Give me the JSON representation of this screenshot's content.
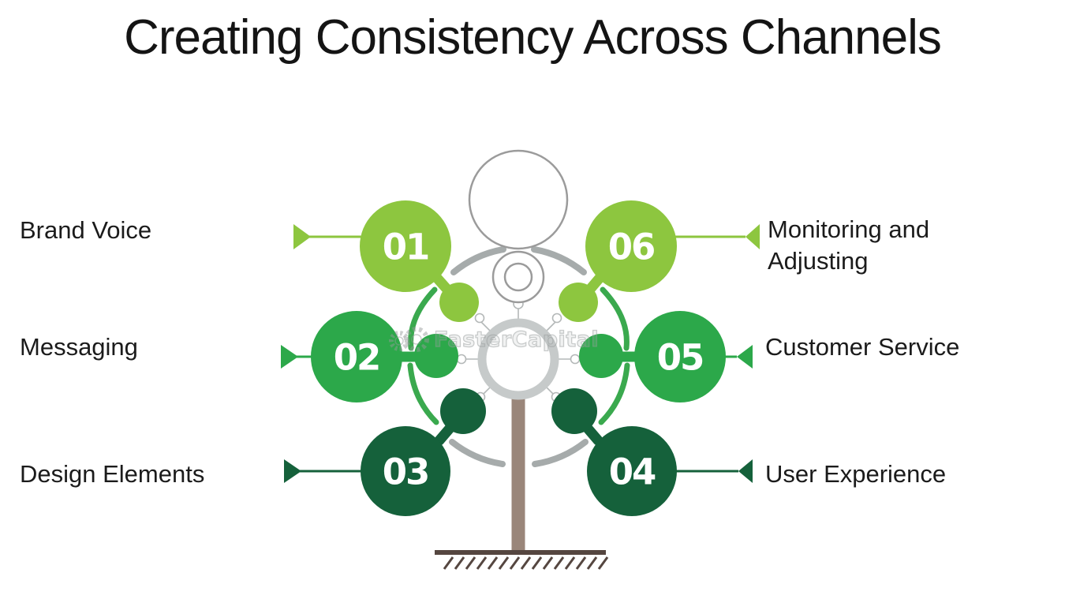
{
  "title": "Creating Consistency Across Channels",
  "watermark": "FasterCapital",
  "nodes": [
    {
      "num": "01",
      "label": "Brand Voice",
      "color": "#8dc63f",
      "side": "left"
    },
    {
      "num": "02",
      "label": "Messaging",
      "color": "#2ca84a",
      "side": "left"
    },
    {
      "num": "03",
      "label": "Design Elements",
      "color": "#15613b",
      "side": "left"
    },
    {
      "num": "04",
      "label": "User Experience",
      "color": "#15613b",
      "side": "right"
    },
    {
      "num": "05",
      "label": "Customer Service",
      "color": "#2ca84a",
      "side": "right"
    },
    {
      "num": "06",
      "label": "Monitoring and Adjusting",
      "color": "#8dc63f",
      "side": "right"
    }
  ],
  "colors": {
    "light_green": "#8dc63f",
    "medium_green": "#2ca84a",
    "dark_green": "#15613b",
    "tendril_green": "#3aa94e",
    "trunk_brown": "#9a867a",
    "ground_brown": "#554640",
    "outline_gray": "#9b9b9b",
    "hub_ring_gray": "#c6caca",
    "arc_gray": "#a6abab",
    "spoke_gray": "#b4b8b8",
    "number_text": "#ffffff",
    "label_text": "#1b1b1b"
  }
}
